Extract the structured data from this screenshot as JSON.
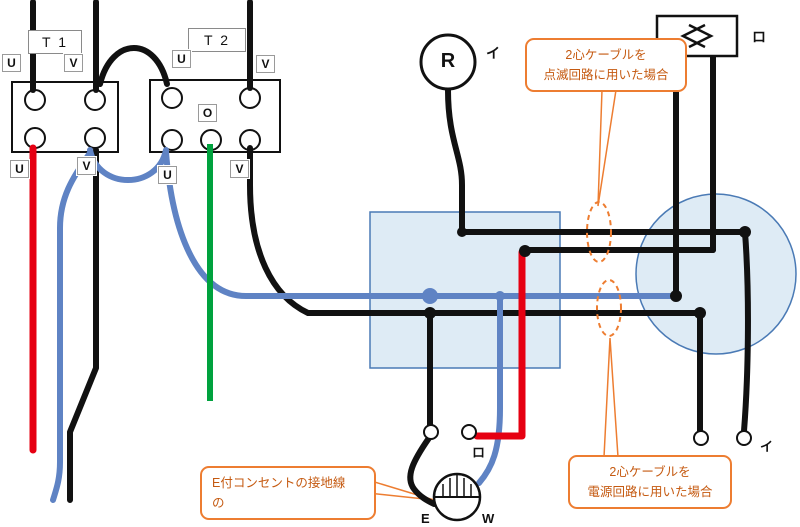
{
  "colors": {
    "black": "#111111",
    "blue": "#5f83c4",
    "red": "#e60012",
    "green": "#00a23e",
    "junction_fill": "#d6e6f2",
    "junction_stroke": "#4a7ab5",
    "callout_border": "#ed7d31",
    "callout_text": "#c55a11"
  },
  "labels": {
    "t1": {
      "title": "T 1",
      "u_top": "U",
      "v_top": "V",
      "u_bottom": "U",
      "v_bottom": "V"
    },
    "t2": {
      "title": "T 2",
      "u_top": "U",
      "v_top": "V",
      "o": "O",
      "u_bottom": "U",
      "v_bottom": "V"
    },
    "lamp_r": "R",
    "lamp_circuit": "イ",
    "fan_circuit": "ロ",
    "switch_ro": "ロ",
    "switch_i": "イ",
    "outlet_e": "E",
    "outlet_w": "W"
  },
  "callouts": {
    "blink": {
      "line1": "2心ケーブルを",
      "line2": "点滅回路に用いた場合"
    },
    "power": {
      "line1": "2心ケーブルを",
      "line2": "電源回路に用いた場合"
    },
    "ground": {
      "line1": "E付コンセントの接地線",
      "line2": "の"
    }
  }
}
